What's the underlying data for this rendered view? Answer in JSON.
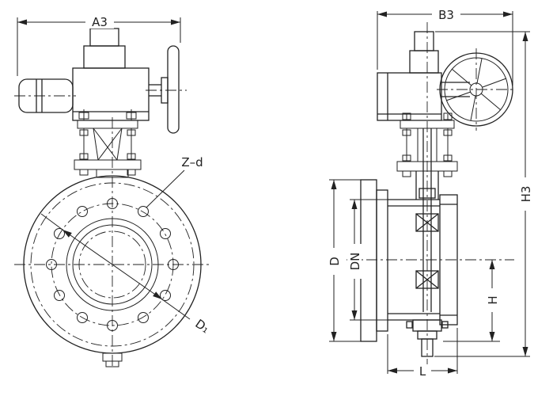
{
  "drawing": {
    "background_color": "#ffffff",
    "line_color": "#222222"
  },
  "dimensions": {
    "a3": "A3",
    "z_d": "Z–d",
    "d1": "D₁",
    "b3": "B3",
    "h3": "H3",
    "d": "D",
    "dn": "DN",
    "h": "H",
    "l": "L"
  }
}
